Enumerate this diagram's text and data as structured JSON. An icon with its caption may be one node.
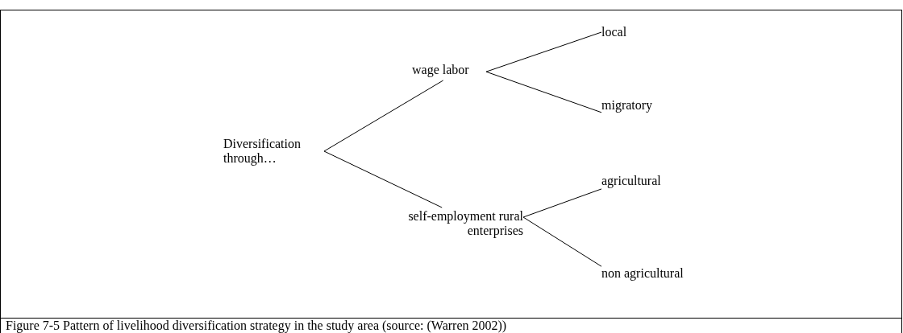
{
  "diagram": {
    "caption": "Figure 7-5  Pattern of livelihood diversification strategy in the study area (source: (Warren 2002))",
    "nodes": [
      {
        "text": [
          "Diversification through…"
        ]
      },
      {
        "text": [
          "wage labor"
        ]
      },
      {
        "text": [
          "local"
        ]
      },
      {
        "text": [
          "migratory"
        ]
      },
      {
        "text": [
          "self-employment rural enterprises"
        ]
      },
      {
        "text": [
          "agricultural"
        ]
      },
      {
        "text": [
          "non agricultural"
        ]
      }
    ],
    "edges": [
      {
        "from": 0,
        "to": 1,
        "arrow": "none"
      },
      {
        "from": 0,
        "to": 4,
        "arrow": "none"
      },
      {
        "from": 1,
        "to": 2,
        "arrow": "none"
      },
      {
        "from": 1,
        "to": 3,
        "arrow": "none"
      },
      {
        "from": 4,
        "to": 5,
        "arrow": "none"
      },
      {
        "from": 4,
        "to": 6,
        "arrow": "none"
      }
    ]
  }
}
